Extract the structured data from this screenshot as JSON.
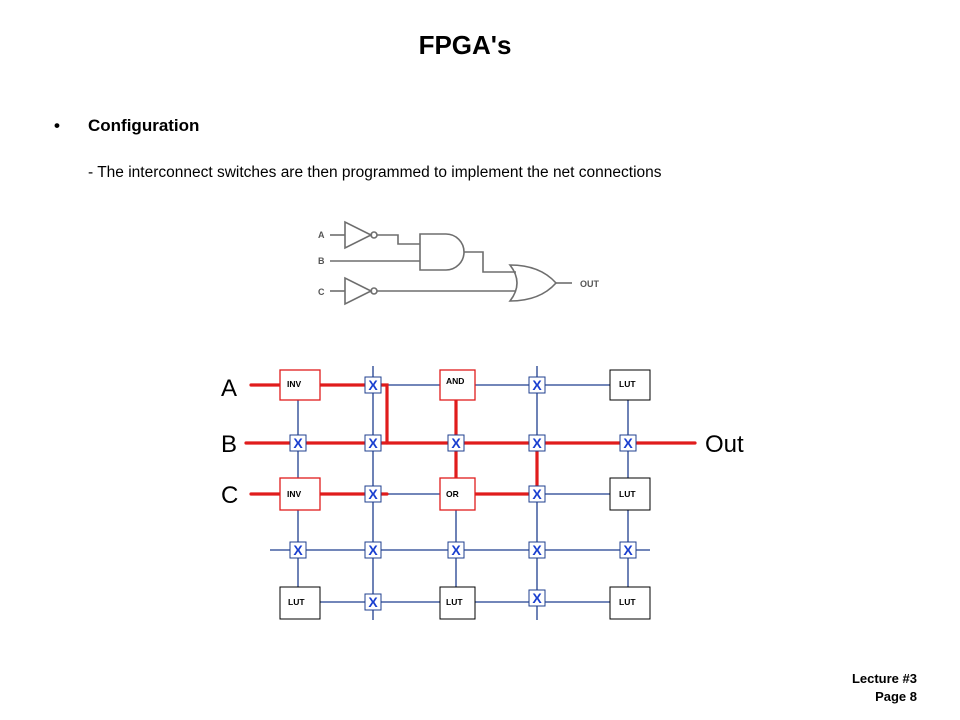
{
  "slide": {
    "title": "FPGA's",
    "bullet": "Configuration",
    "subtext": "- The interconnect switches are then programmed to implement the net connections",
    "footer_line1": "Lecture #3",
    "footer_line2": "Page 8"
  },
  "schematic": {
    "inputs": [
      "A",
      "B",
      "C"
    ],
    "output": "OUT"
  },
  "fabric": {
    "row_labels": [
      "A",
      "B",
      "C"
    ],
    "out_label": "Out",
    "blocks": [
      {
        "id": "inv1",
        "label": "INV",
        "active": true
      },
      {
        "id": "and",
        "label": "AND",
        "active": true
      },
      {
        "id": "lut1",
        "label": "LUT",
        "active": false
      },
      {
        "id": "inv2",
        "label": "INV",
        "active": true
      },
      {
        "id": "or",
        "label": "OR",
        "active": true
      },
      {
        "id": "lut2",
        "label": "LUT",
        "active": false
      },
      {
        "id": "lut3",
        "label": "LUT",
        "active": false
      },
      {
        "id": "lut4",
        "label": "LUT",
        "active": false
      },
      {
        "id": "lut5",
        "label": "LUT",
        "active": false
      }
    ],
    "switch_symbol": "X",
    "colors": {
      "wire": "#1f3f8f",
      "net": "#e01c1c",
      "switch": "#1a3fd0"
    }
  }
}
